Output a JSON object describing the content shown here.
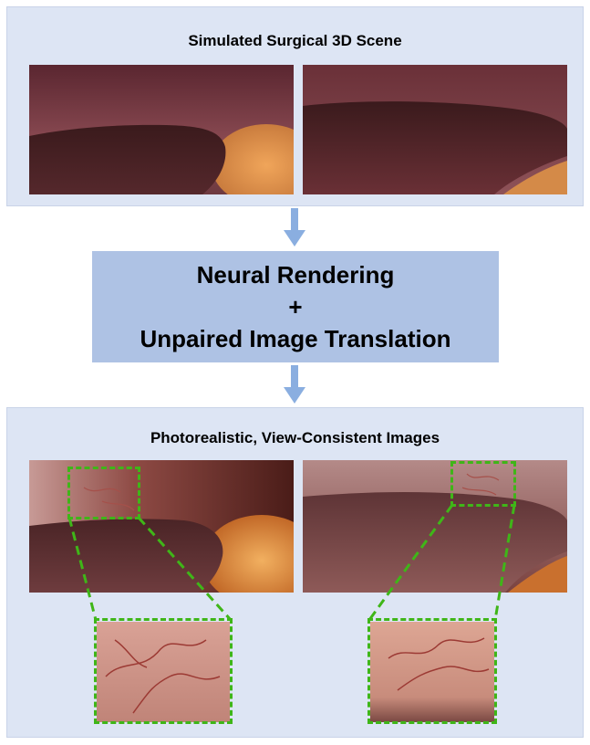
{
  "top_panel": {
    "title": "Simulated Surgical 3D Scene"
  },
  "middle_box": {
    "line1": "Neural Rendering",
    "line2": "+",
    "line3": "Unpaired Image Translation"
  },
  "bottom_panel": {
    "title": "Photorealistic, View-Consistent Images"
  },
  "colors": {
    "panel_bg": "#dde5f4",
    "center_box_bg": "#aec2e4",
    "arrow": "#8aaee0",
    "zoom_dash": "#3fb618"
  }
}
